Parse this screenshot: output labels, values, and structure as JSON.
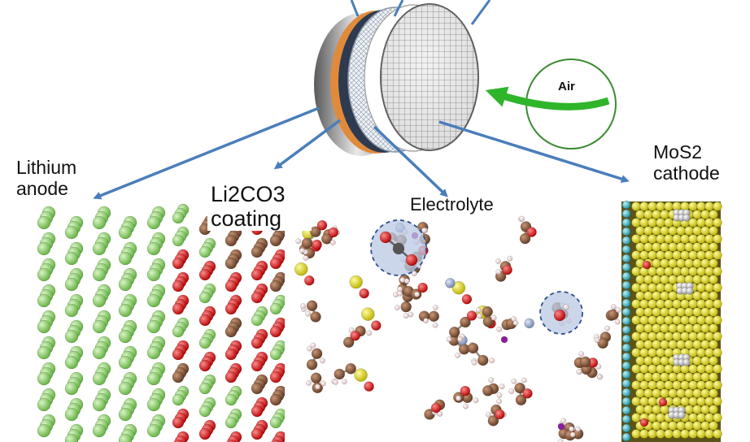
{
  "labels": {
    "lithium_anode": [
      "Lithium",
      "anode"
    ],
    "coating": [
      "Li2CO3",
      "coating"
    ],
    "electrolyte": "Electrolyte",
    "cathode": [
      "MoS2",
      "cathode"
    ],
    "air": "Air"
  },
  "colors": {
    "arrow": "#4a7ebb",
    "air_arrow": "#2fb52a",
    "air_circle": "#3e8a34",
    "lithium_atom": "#8fd46f",
    "oxygen_atom": "#d7191c",
    "carbon_atom": "#8b5a3c",
    "sulfur_atom": "#e3dc22",
    "hydrogen_atom": "#f1d6d6",
    "nitrogen_atom": "#8fa3c7",
    "molybdenum_atom": "#2fb8c9",
    "orange_layer": "#e08a3c"
  }
}
